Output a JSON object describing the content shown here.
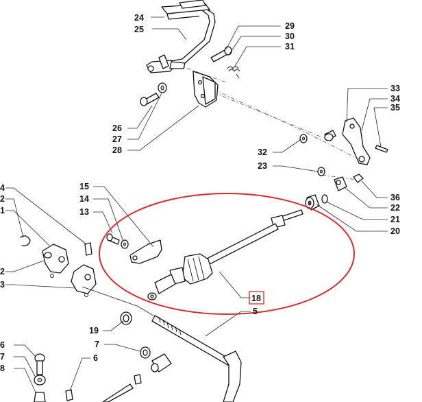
{
  "colors": {
    "highlight_ellipse": "#d42a2a",
    "highlight_box": "#d42a2a",
    "ink": "#111111"
  },
  "labels": {
    "l4": "4",
    "l2a": "2",
    "l1": "1",
    "l2b": "2",
    "l3": "3",
    "l6a": "6",
    "l7a": "7",
    "l8": "8",
    "l24": "24",
    "l25": "25",
    "l29": "29",
    "l30": "30",
    "l31": "31",
    "l26": "26",
    "l27": "27",
    "l28": "28",
    "l33": "33",
    "l34": "34",
    "l35": "35",
    "l32": "32",
    "l23": "23",
    "l36": "36",
    "l22": "22",
    "l21": "21",
    "l20": "20",
    "l15": "15",
    "l14": "14",
    "l13": "13",
    "l18": "18",
    "l5": "5",
    "l19": "19",
    "l7b": "7",
    "l6b": "6"
  },
  "highlight": {
    "part_number": "18"
  }
}
